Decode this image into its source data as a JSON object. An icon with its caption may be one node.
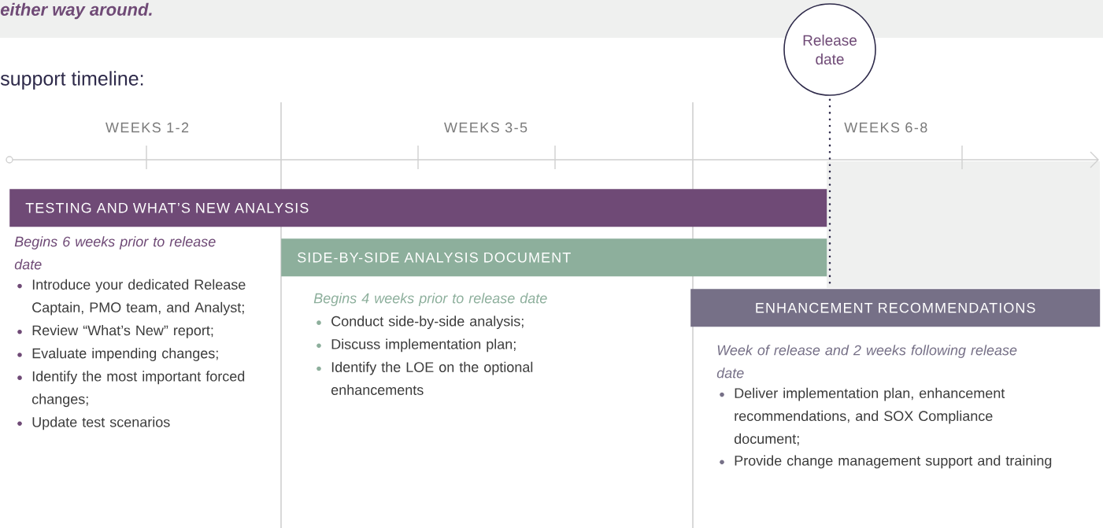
{
  "diagram": {
    "nodes": [
      {
        "text": [
          "Release date"
        ]
      },
      {
        "text": [
          "TESTING AND WHAT’S NEW ANALYSIS"
        ],
        "beside": [
          "Begins 6 weeks prior to release date",
          "Introduce your dedicated Release Captain, PMO team, and Analyst;",
          "Review “What’s New” report;",
          "Evaluate impending changes;",
          "Identify the most important forced changes;",
          "Update test scenarios"
        ]
      },
      {
        "text": [
          "SIDE-BY-SIDE ANALYSIS DOCUMENT"
        ],
        "beside": [
          "Begins 4 weeks prior to release date",
          "Conduct side-by-side analysis;",
          "Discuss implementation plan;",
          "Identify the LOE on the optional enhancements"
        ]
      },
      {
        "text": [
          "ENHANCEMENT RECOMMENDATIONS"
        ],
        "beside": [
          "Week of release and 2 weeks following release date",
          "Deliver implementation plan, enhancement recommendations, and SOX Compliance document;",
          "Provide change management support and training"
        ]
      }
    ],
    "edges": [
      {
        "from": 0,
        "to": 3,
        "arrow": "none",
        "style": "dashed"
      }
    ],
    "labels": [
      "either way around.",
      "support timeline:",
      "WEEKS 1-2",
      "WEEKS 3-5",
      "WEEKS 6-8"
    ]
  }
}
